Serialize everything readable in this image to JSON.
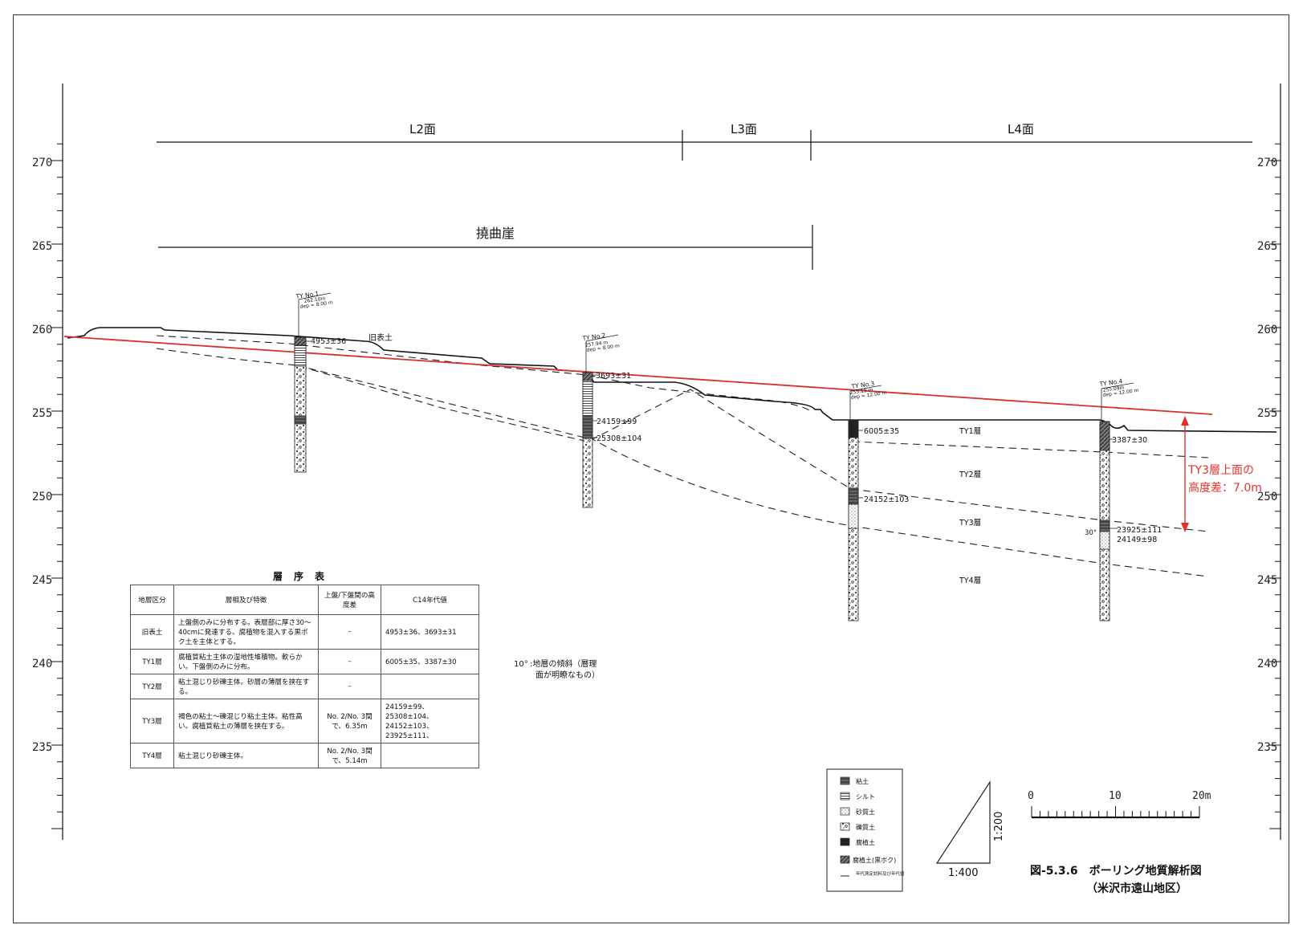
{
  "elevation_ticks": [
    "270",
    "265",
    "260",
    "255",
    "250",
    "245",
    "240",
    "235"
  ],
  "surfaces": [
    "L2面",
    "L3面",
    "L4面"
  ],
  "flexure_scarp": "撓曲崖",
  "old_topsoil": "旧表土",
  "boreholes": [
    {
      "name": "TY No.1",
      "elev": "262.10m",
      "dep": "dep = 8.00 m",
      "ages": [
        "4953±36"
      ]
    },
    {
      "name": "TY No.2",
      "elev": "257.94 m",
      "dep": "dep = 8.00 m",
      "ages": [
        "3693±31",
        "24159±99",
        "25308±104"
      ]
    },
    {
      "name": "TY No.3",
      "elev": "255.19 m",
      "dep": "dep = 12.00 m",
      "ages": [
        "6005±35",
        "24152±103"
      ]
    },
    {
      "name": "TY No.4",
      "elev": "255.09m",
      "dep": "dep = 12.00 m",
      "ages": [
        "3387±30",
        "23925±111",
        "24149±98"
      ]
    }
  ],
  "layers": [
    "TY1層",
    "TY2層",
    "TY3層",
    "TY4層"
  ],
  "dip_label": "30°",
  "height_difference": {
    "line1": "TY3層上面の",
    "line2": "高度差：7.0m",
    "color": "#e8302a"
  },
  "dip_note": {
    "angle": "10°",
    "line1": ":地層の傾斜（層理",
    "line2": "面が明瞭なもの）"
  },
  "stratigraphy_table": {
    "title": "層序表",
    "headers": [
      "地層区分",
      "層相及び特徴",
      "上盤/下盤間の高度差",
      "C14年代値"
    ],
    "rows": [
      [
        "旧表土",
        "上盤側のみに分布する。表層部に厚さ30～40cmに発達する、腐植物を混入する黒ボク土を主体とする。",
        "–",
        "4953±36、3693±31"
      ],
      [
        "TY1層",
        "腐植質粘土主体の湿地性堆積物。軟らかい。下盤側のみに分布。",
        "–",
        "6005±35、3387±30"
      ],
      [
        "TY2層",
        "粘土混じり砂礫主体。砂層の薄層を挟在する。",
        "–",
        ""
      ],
      [
        "TY3層",
        "褐色の粘土～礫混じり粘土主体。粘性高い。腐植質粘土の薄層を挟在する。",
        "No. 2/No. 3間で、6.35m",
        "24159±99、25308±104、24152±103、23925±111、"
      ],
      [
        "TY4層",
        "粘土混じり砂礫主体。",
        "No. 2/No. 3間で、5.14m",
        ""
      ]
    ]
  },
  "legend": [
    "粘土",
    "シルト",
    "砂質土",
    "礫質土",
    "腐植土",
    "腐植土(黒ボク)",
    "年代測定試料及び年代値"
  ],
  "scale_ratio": {
    "vertical": "1:200",
    "horizontal": "1:400"
  },
  "scale_bar": {
    "ticks": [
      "0",
      "10",
      "20m"
    ]
  },
  "figure_caption": {
    "line1": "図-5.3.6　ボーリング地質解析図",
    "line2": "（米沢市遠山地区）"
  },
  "colors": {
    "red_line": "#d8302a",
    "ink": "#111111"
  }
}
